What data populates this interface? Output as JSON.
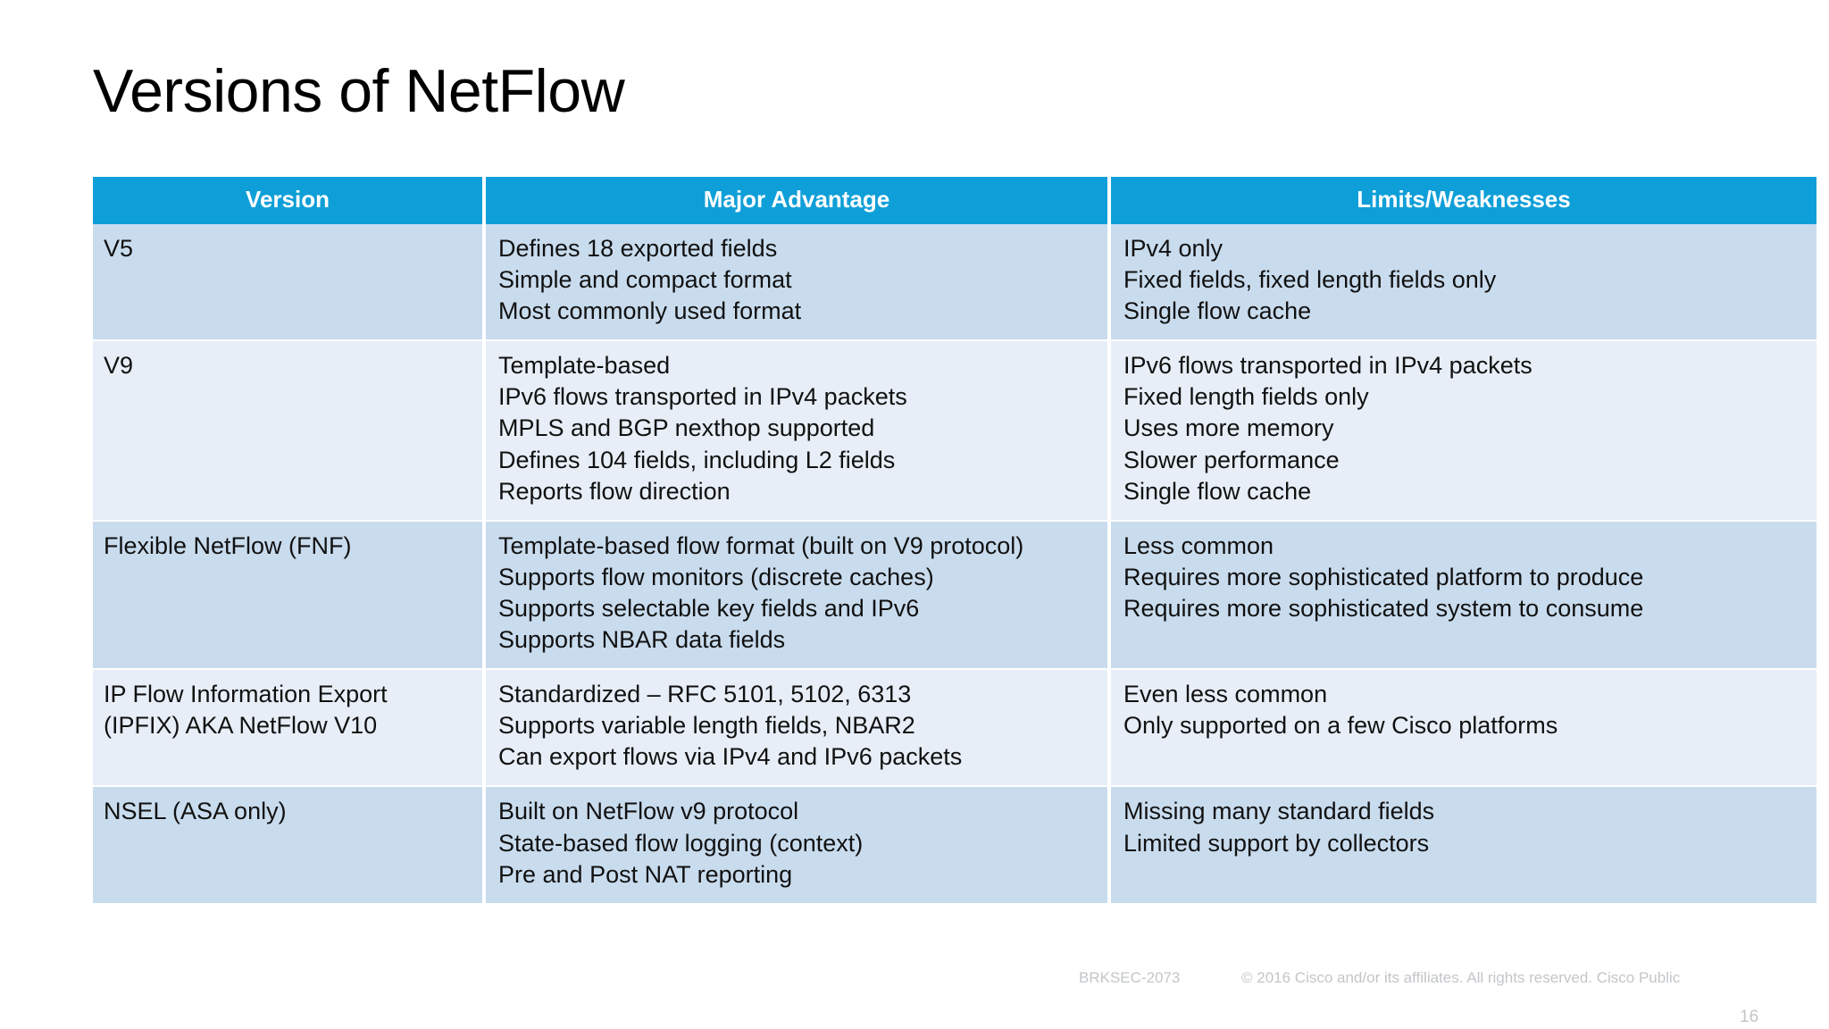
{
  "slide": {
    "title": "Versions of NetFlow",
    "page_number": "16",
    "accent_color": "#0f9fd8",
    "row_color_a": "#c9dcee",
    "row_color_b": "#e7eef7"
  },
  "footer": {
    "session_code": "BRKSEC-2073",
    "copyright": "© 2016  Cisco and/or its affiliates. All rights reserved.   Cisco Public"
  },
  "table": {
    "headers": [
      "Version",
      "Major Advantage",
      "Limits/Weaknesses"
    ],
    "rows": [
      {
        "version": "V5",
        "advantage": [
          "Defines 18 exported fields",
          "Simple and compact format",
          "Most commonly used format"
        ],
        "limits": [
          "IPv4 only",
          "Fixed fields, fixed length fields only",
          "Single flow cache"
        ]
      },
      {
        "version": "V9",
        "advantage": [
          "Template-based",
          "IPv6 flows transported in IPv4 packets",
          "MPLS and BGP nexthop supported",
          "Defines 104 fields, including L2 fields",
          "Reports flow direction"
        ],
        "limits": [
          "IPv6 flows transported in IPv4 packets",
          "Fixed length fields only",
          "Uses more memory",
          "Slower performance",
          "Single flow cache"
        ]
      },
      {
        "version": "Flexible NetFlow (FNF)",
        "advantage": [
          "Template-based flow format (built on V9 protocol)",
          "Supports flow monitors (discrete caches)",
          "Supports selectable key fields and IPv6",
          "Supports NBAR data fields"
        ],
        "limits": [
          "Less common",
          "Requires more sophisticated platform to produce",
          "Requires more sophisticated system to consume"
        ]
      },
      {
        "version": "IP Flow Information Export (IPFIX) AKA NetFlow V10",
        "advantage": [
          "Standardized – RFC 5101, 5102, 6313",
          "Supports variable length fields, NBAR2",
          "Can export flows via IPv4 and IPv6 packets"
        ],
        "limits": [
          "Even less common",
          "Only supported on a few Cisco platforms"
        ]
      },
      {
        "version": "NSEL (ASA only)",
        "advantage": [
          "Built on NetFlow v9 protocol",
          "State-based flow logging (context)",
          "Pre and Post NAT reporting"
        ],
        "limits": [
          "Missing many standard fields",
          "Limited support by collectors"
        ]
      }
    ]
  }
}
